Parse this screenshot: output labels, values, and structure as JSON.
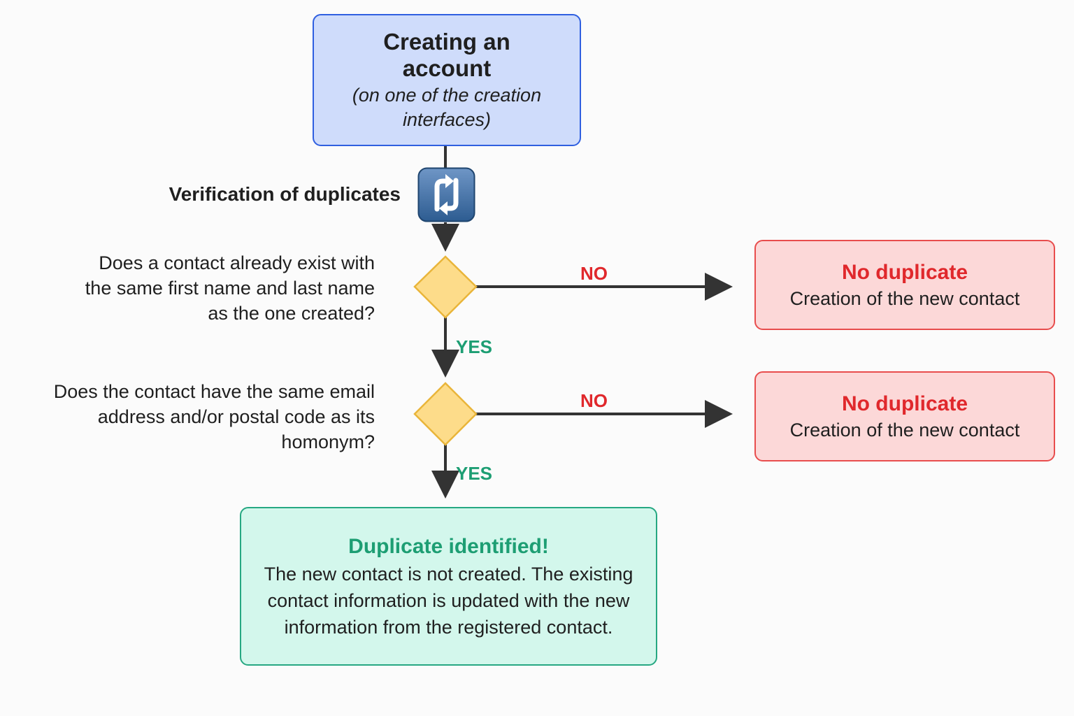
{
  "start": {
    "title": "Creating an account",
    "subtitle": "(on one of the creation interfaces)"
  },
  "verification": {
    "label": "Verification of duplicates",
    "icon": "refresh-icon"
  },
  "decisions": [
    {
      "question": "Does a contact already exist with the same first name and last name as the one created?",
      "no_label": "NO",
      "yes_label": "YES"
    },
    {
      "question": "Does the contact have the same email address and/or postal code as its homonym?",
      "no_label": "NO",
      "yes_label": "YES"
    }
  ],
  "no_duplicate_boxes": [
    {
      "title": "No duplicate",
      "body": "Creation of the new contact"
    },
    {
      "title": "No duplicate",
      "body": "Creation of the new contact"
    }
  ],
  "duplicate_box": {
    "title": "Duplicate identified!",
    "body": "The new contact is not created. The existing contact information is updated with the new information from the registered contact."
  },
  "colors": {
    "start_fill": "#cfdcfb",
    "start_border": "#2f5fe0",
    "decision_fill": "#fddc8a",
    "decision_border": "#e9b53a",
    "no_fill": "#fcd8d8",
    "no_border": "#e84d4d",
    "no_text": "#e0282c",
    "yes_text": "#1d9e73",
    "dup_fill": "#d3f7ec",
    "dup_border": "#26a882",
    "connector": "#333333"
  }
}
